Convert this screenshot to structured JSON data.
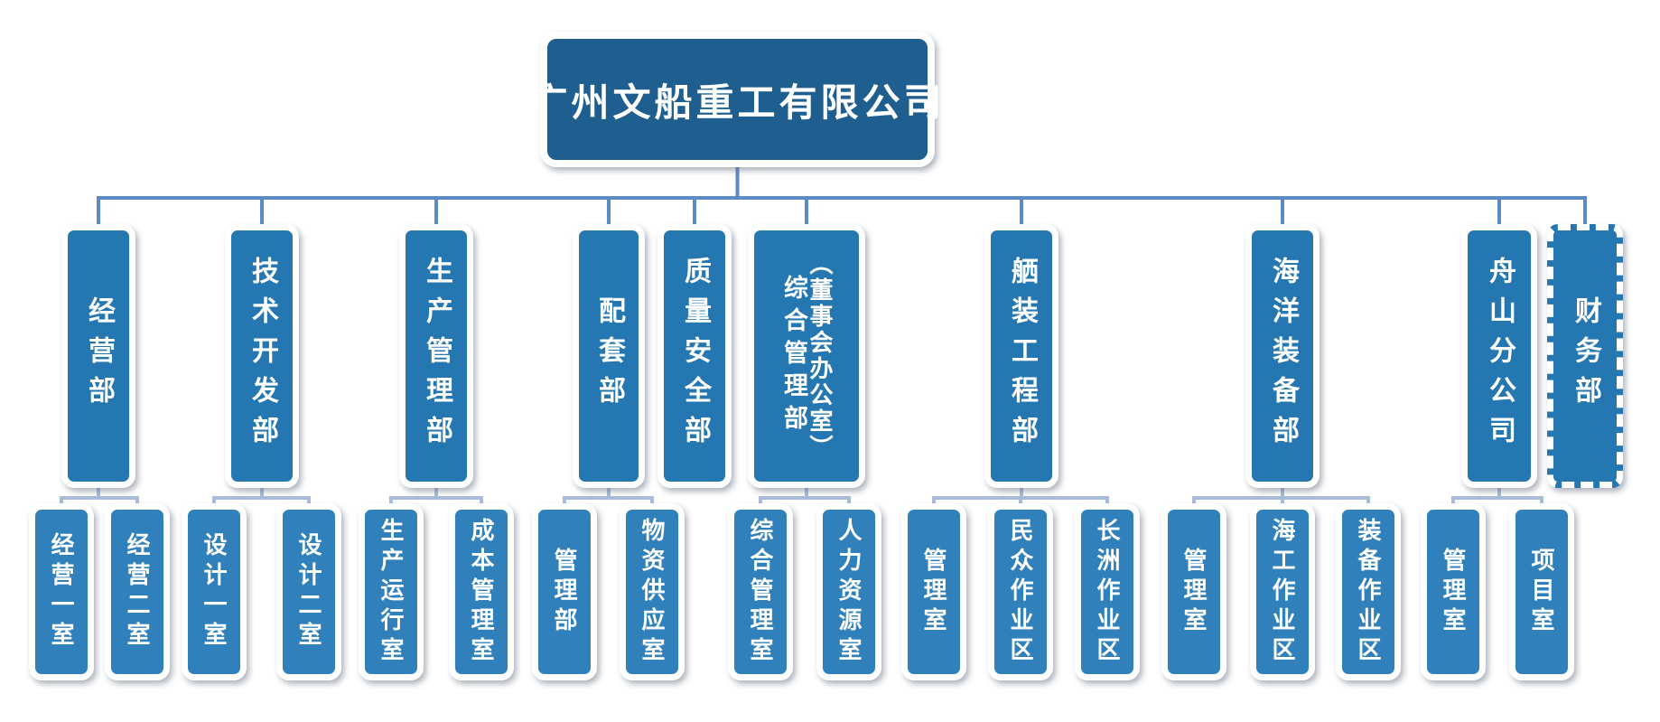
{
  "title": "广州文船重工有限公司",
  "colors": {
    "title_box": "#1e5f8f",
    "dept_box": "#2577b2",
    "child_box": "#2f80bb",
    "trunk_line": "#5b8cc8",
    "branch_line": "#a9bcdc"
  },
  "departments": [
    {
      "label": "经营部",
      "children": [
        "经营一室",
        "经营二室"
      ]
    },
    {
      "label": "技术开发部",
      "children": [
        "设计一室",
        "设计二室"
      ]
    },
    {
      "label": "生产管理部",
      "children": [
        "生产运行室",
        "成本管理室"
      ]
    },
    {
      "label": "配套部",
      "children": [
        "管理部",
        "物资供应室"
      ]
    },
    {
      "label": "质量安全部",
      "children": []
    },
    {
      "label": "综合管理部",
      "sublabel": "（董事会办公室）",
      "children": [
        "综合管理室",
        "人力资源室"
      ]
    },
    {
      "label": "舾装工程部",
      "children": [
        "管理室",
        "民众作业区",
        "长洲作业区"
      ]
    },
    {
      "label": "海洋装备部",
      "children": [
        "管理室",
        "海工作业区",
        "装备作业区"
      ]
    },
    {
      "label": "舟山分公司",
      "children": [
        "管理室",
        "项目室"
      ]
    },
    {
      "label": "财务部",
      "children": [],
      "border_style": "dashed"
    }
  ]
}
